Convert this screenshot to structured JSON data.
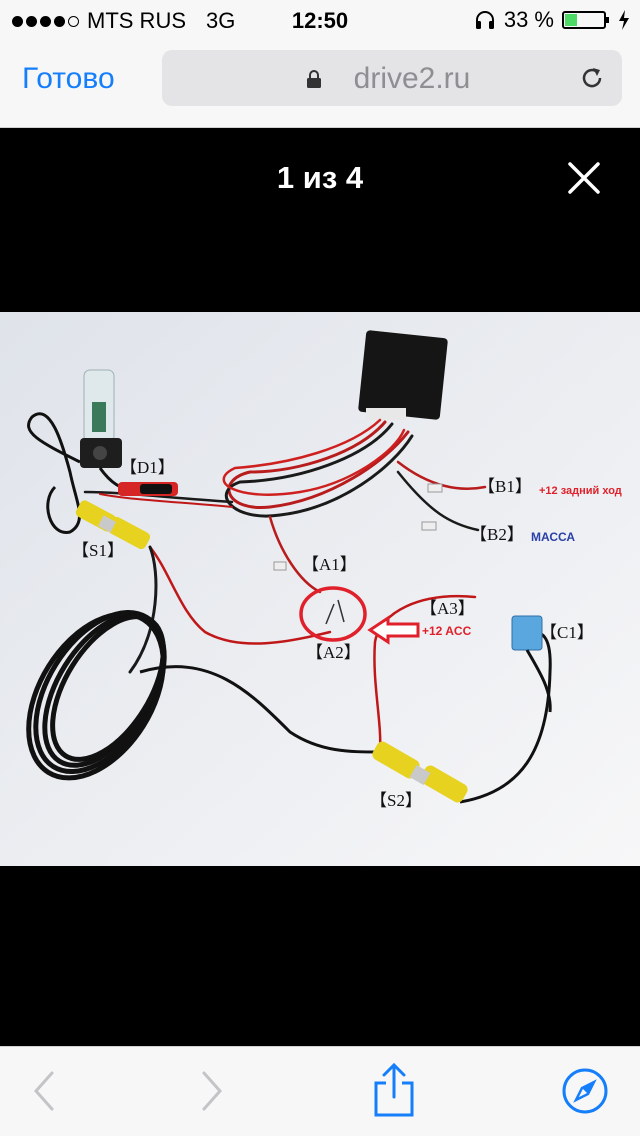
{
  "status_bar": {
    "carrier": "MTS RUS",
    "network": "3G",
    "time": "12:50",
    "battery_percent": "33 %",
    "battery_level": 0.33,
    "signal_bars_filled": 4,
    "signal_bars_total": 5,
    "icons": [
      "headphones-icon",
      "battery-icon",
      "charging-bolt-icon"
    ]
  },
  "nav": {
    "done_label": "Готово",
    "url_host": "drive2.ru",
    "icons": [
      "lock-icon",
      "reload-icon"
    ]
  },
  "viewer": {
    "counter": "1 из 4",
    "close_icon": "close-icon"
  },
  "photo": {
    "labels": {
      "d1": "【D1】",
      "b1": "【B1】",
      "b1_note": "+12 задний ход",
      "b2": "【B2】",
      "b2_note": "МАССА",
      "s1": "【S1】",
      "a1": "【A1】",
      "a2": "【A2】",
      "a3": "【A3】",
      "a3_note": "+12 ACC",
      "c1": "【C1】",
      "s2": "【S2】"
    }
  },
  "toolbar": {
    "icons": [
      "back-arrow-icon",
      "forward-arrow-icon",
      "share-icon",
      "safari-compass-icon"
    ]
  },
  "colors": {
    "accent": "#147efb",
    "bar_background": "#f7f7f7",
    "viewer_background": "#000000",
    "annotation_red": "#e0202a",
    "annotation_blue": "#2a3fa8"
  }
}
